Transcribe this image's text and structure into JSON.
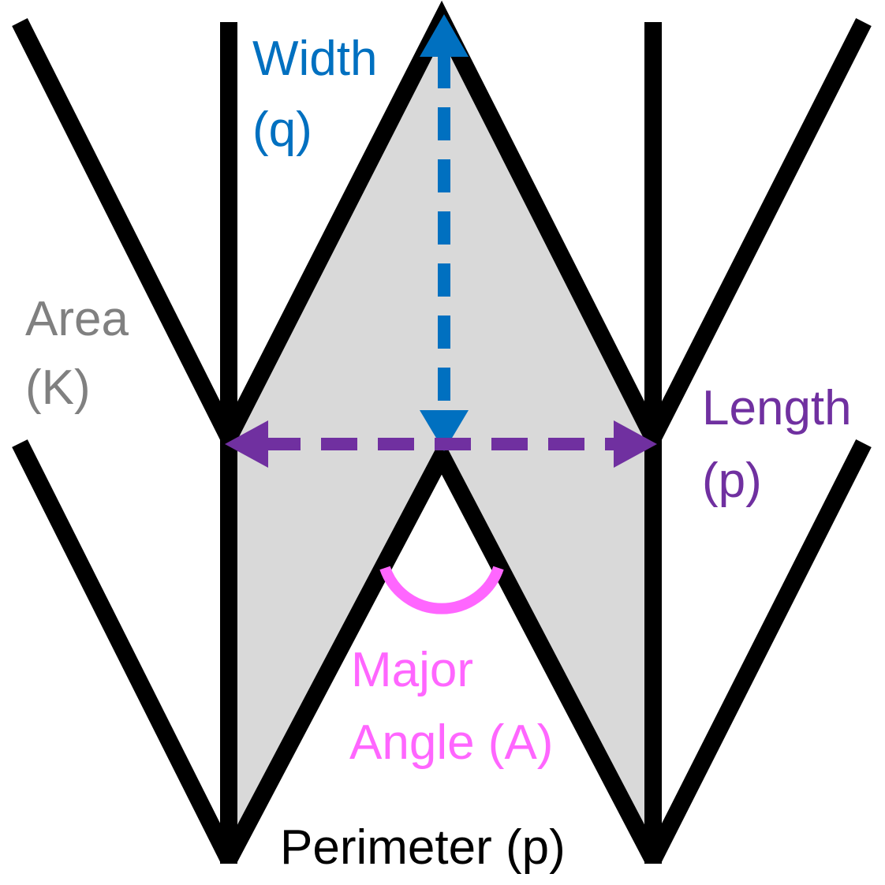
{
  "colors": {
    "lattice": "#000000",
    "area_fill": "#d9d9d9",
    "width": "#0070c0",
    "length": "#7030a0",
    "angle": "#ff66ff",
    "area_text": "#808080",
    "perimeter_text": "#000000"
  },
  "labels": {
    "width_line1": "Width",
    "width_line2": "(q)",
    "area_line1": "Area",
    "area_line2": "(K)",
    "length_line1": "Length",
    "length_line2": "(p)",
    "angle_line1": "Major",
    "angle_line2": "Angle (A)",
    "perimeter": "Perimeter (p)"
  }
}
